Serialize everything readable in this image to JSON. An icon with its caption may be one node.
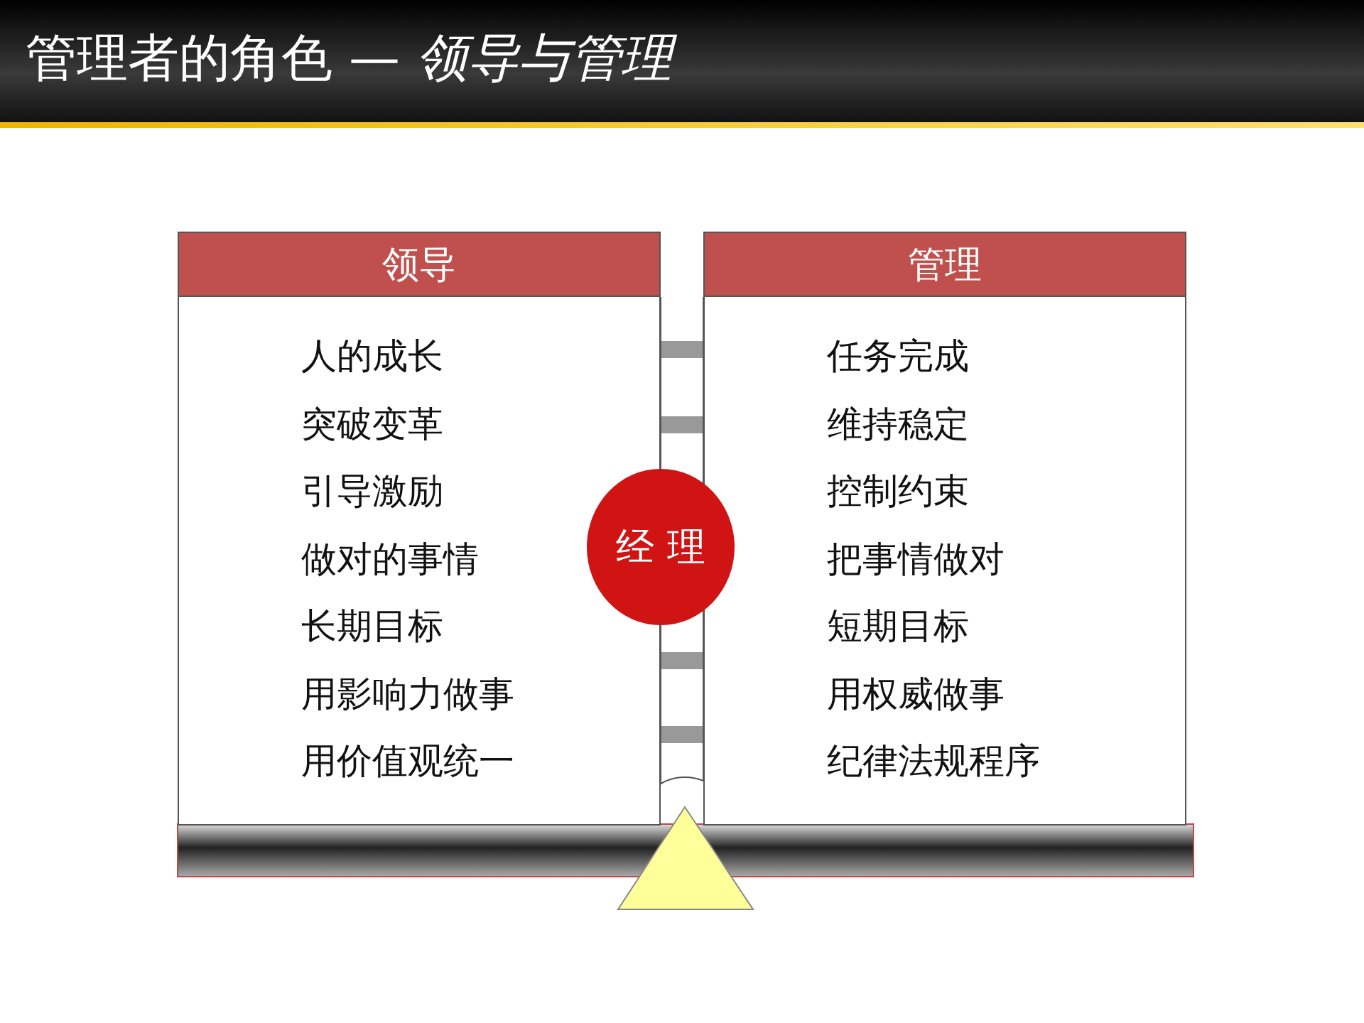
{
  "diagram": {
    "title": "管理者的角色 — *领导与管理*",
    "nodes": [
      {
        "text": [
          "领导",
          "人的成长",
          "突破变革",
          "引导激励",
          "做对的事情",
          "长期目标",
          "用影响力做事",
          "用价值观统一"
        ]
      },
      {
        "text": [
          "管理",
          "任务完成",
          "维持稳定",
          "控制约束",
          "把事情做对",
          "短期目标",
          "用权威做事",
          "纪律法规程序"
        ]
      },
      {
        "text": [
          "经 理"
        ]
      }
    ],
    "edges": []
  }
}
